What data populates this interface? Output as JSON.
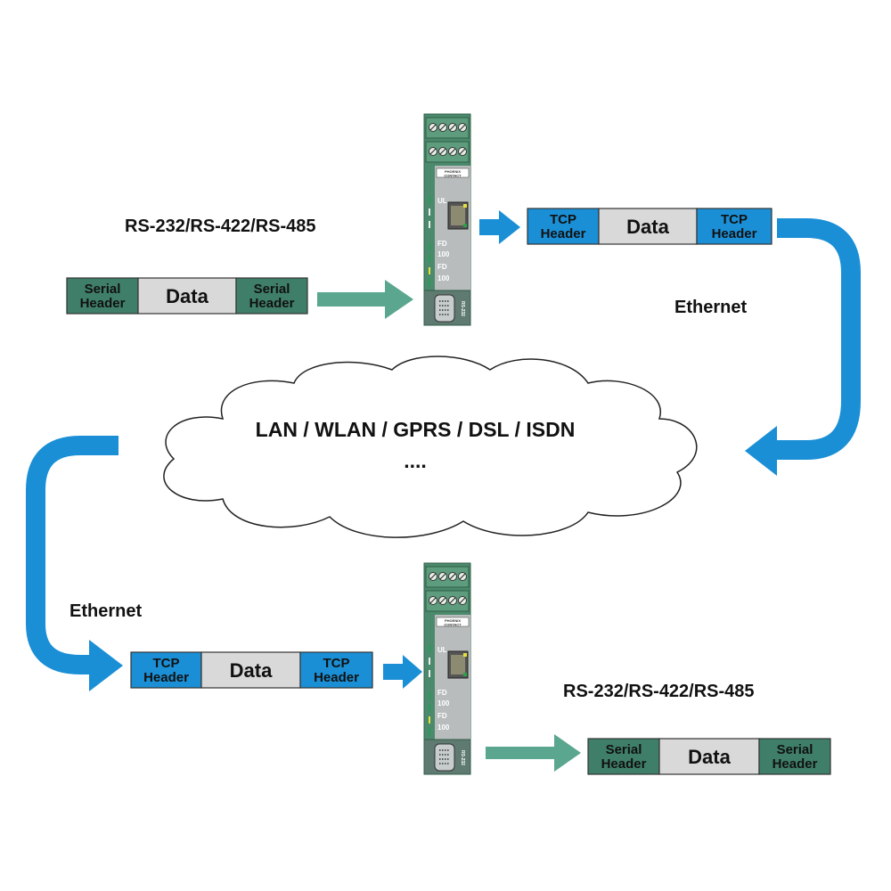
{
  "labels": {
    "serial_protocols_top": "RS-232/RS-422/RS-485",
    "serial_protocols_bottom": "RS-232/RS-422/RS-485",
    "ethernet_right": "Ethernet",
    "ethernet_left": "Ethernet",
    "network_types": "LAN / WLAN / GPRS / DSL / ISDN",
    "network_more": "...."
  },
  "packets": {
    "serial_in": {
      "left": [
        "Serial",
        "Header"
      ],
      "data": "Data",
      "right": [
        "Serial",
        "Header"
      ]
    },
    "tcp_out": {
      "left": [
        "TCP",
        "Header"
      ],
      "data": "Data",
      "right": [
        "TCP",
        "Header"
      ]
    },
    "tcp_in": {
      "left": [
        "TCP",
        "Header"
      ],
      "data": "Data",
      "right": [
        "TCP",
        "Header"
      ]
    },
    "serial_out": {
      "left": [
        "Serial",
        "Header"
      ],
      "data": "Data",
      "right": [
        "Serial",
        "Header"
      ]
    }
  },
  "device": {
    "brand": [
      "PHOENIX",
      "CONTACT"
    ],
    "led_labels": [
      "UL",
      "FD",
      "100",
      "FD",
      "100"
    ],
    "port_label": "RS-232"
  },
  "colors": {
    "serial": "#3f7f6a",
    "tcp": "#1a8fd6",
    "data": "#d9d9d9",
    "flow_blue": "#1a8fd6",
    "flow_teal": "#5aa68e",
    "device_green": "#4b8a6c",
    "device_grey": "#b9bcbc"
  }
}
